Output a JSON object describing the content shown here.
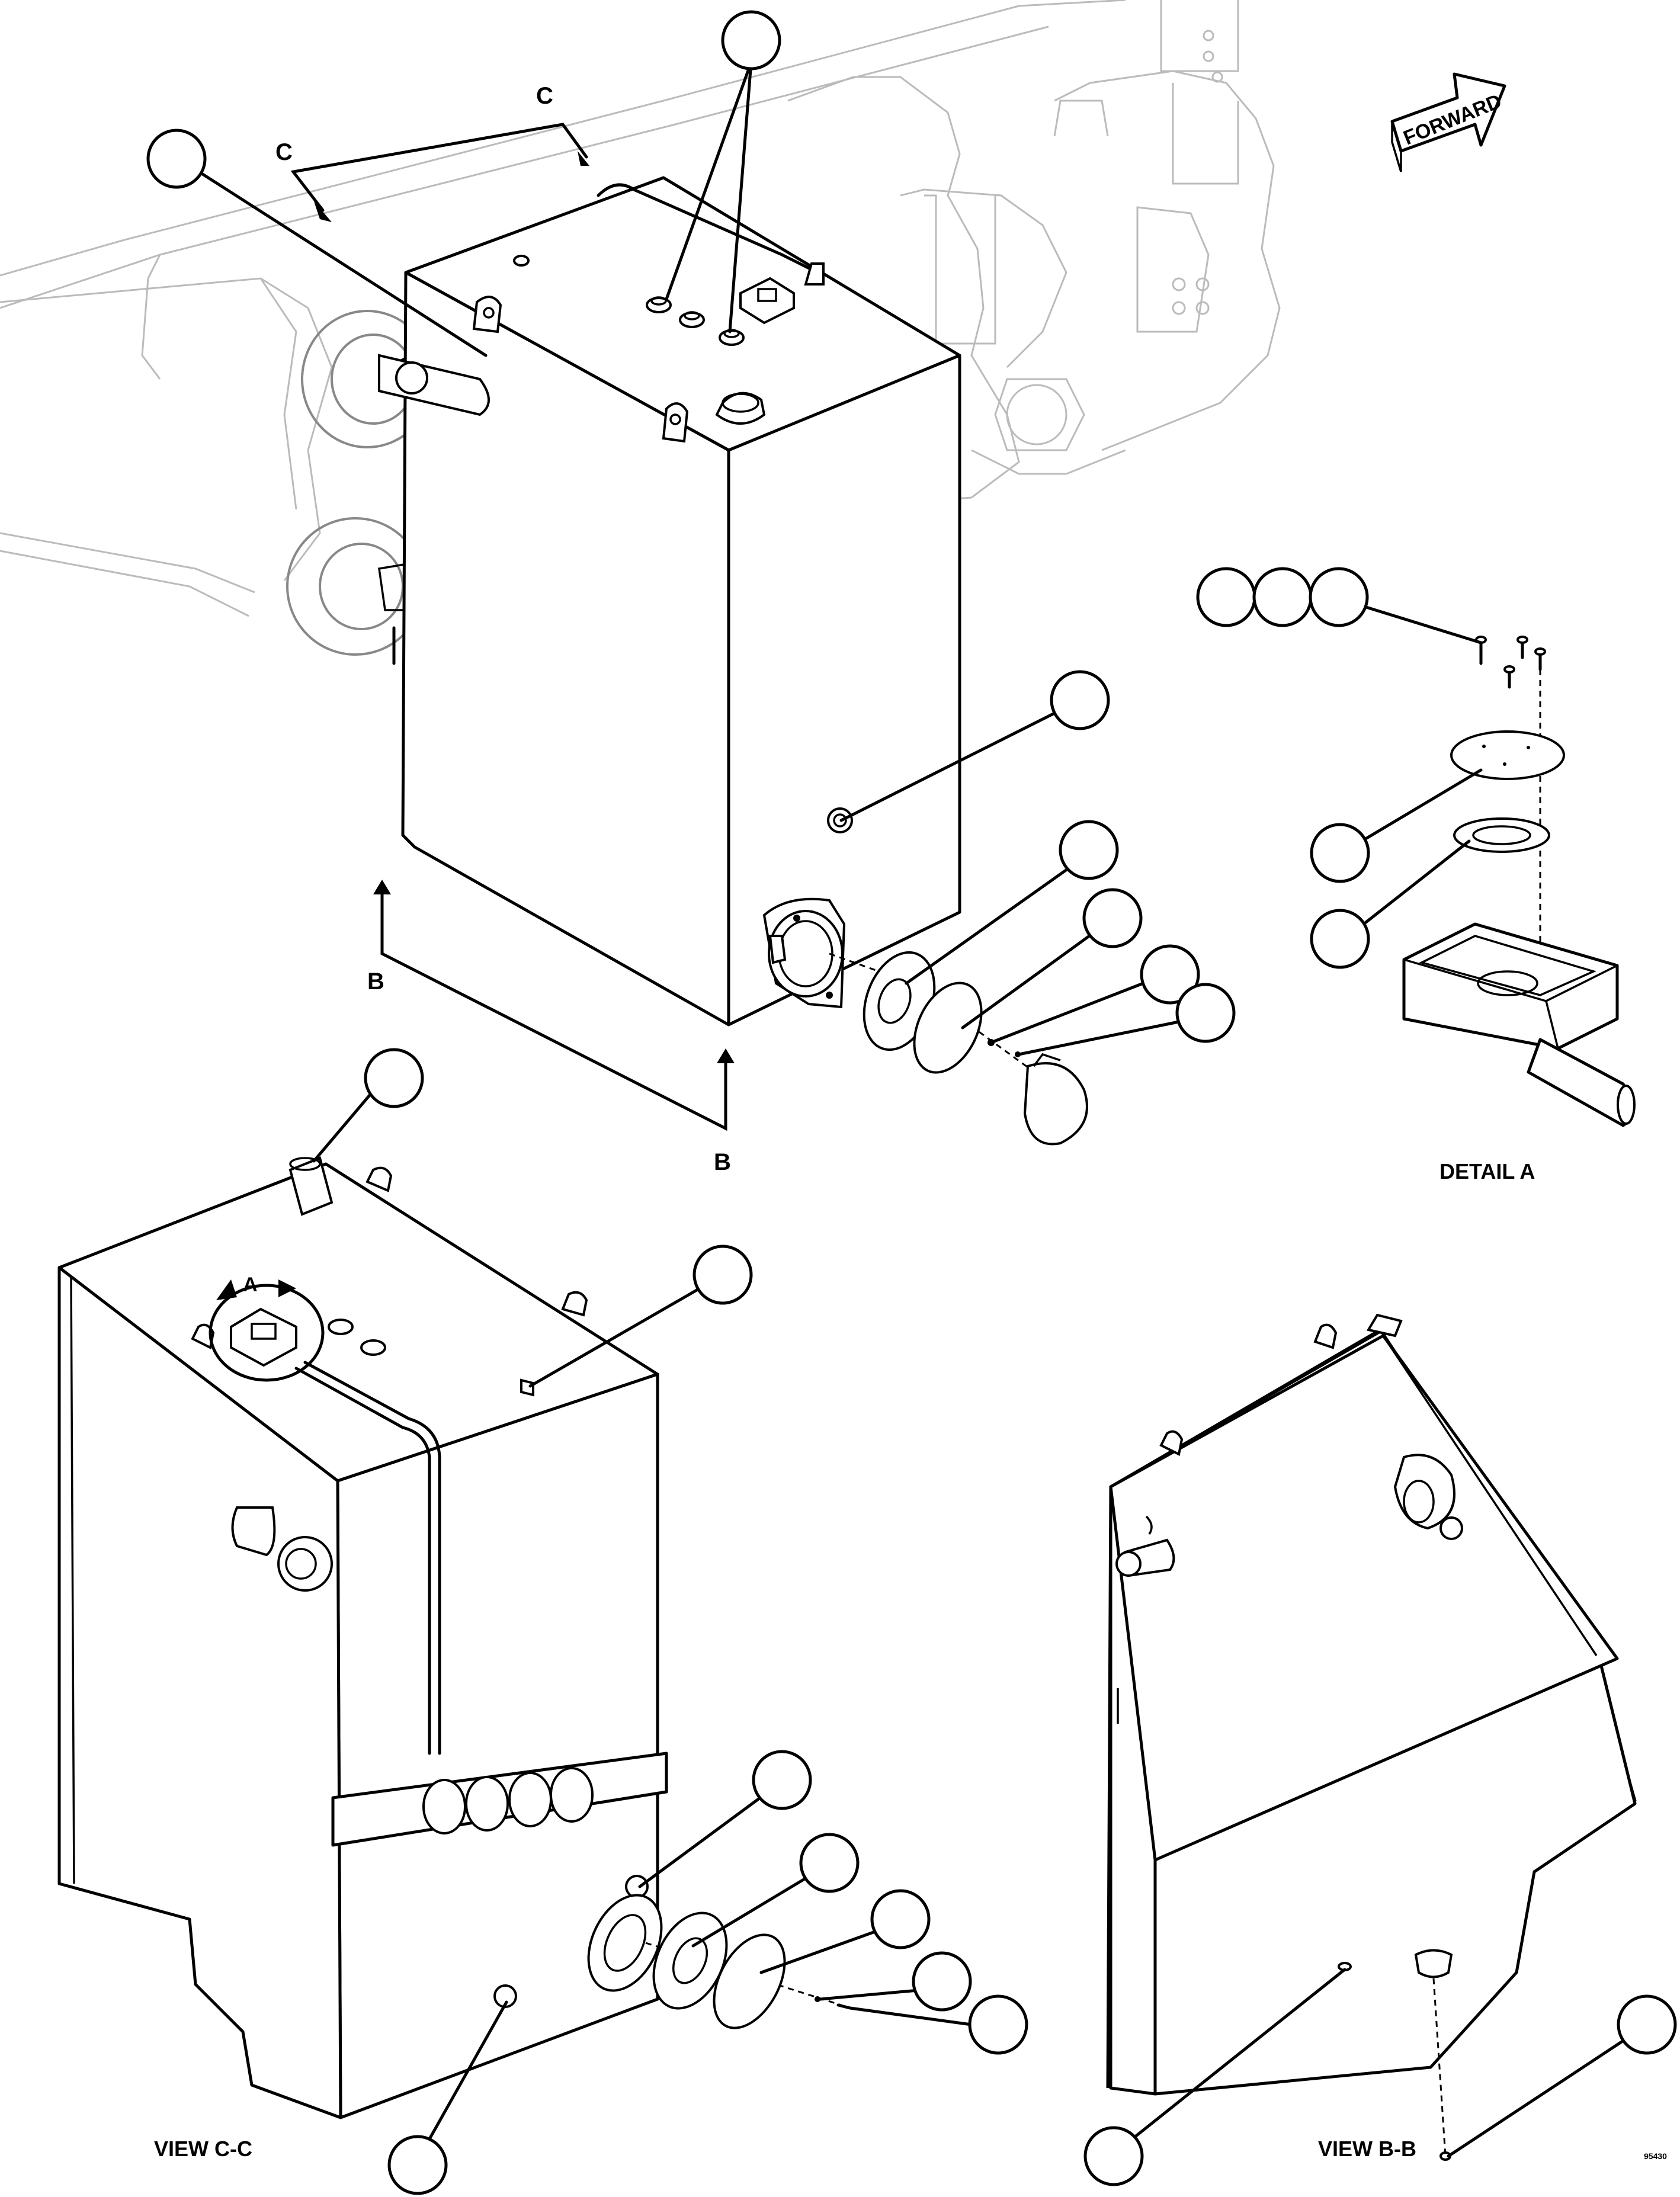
{
  "figure": {
    "labels": {
      "forward": "FORWARD",
      "section_c_left": "C",
      "section_c_right": "C",
      "section_b_top": "B",
      "section_b_bottom": "B",
      "detail_marker": "A",
      "detail_a": "DETAIL A",
      "view_cc": "VIEW C-C",
      "view_bb": "VIEW B-B",
      "figure_number": "95430"
    },
    "icons": {
      "callout": "callout-balloon-icon",
      "forward": "forward-arrow-icon"
    },
    "colors": {
      "line": "#000000",
      "background_structure": "#bbbbbb"
    }
  }
}
